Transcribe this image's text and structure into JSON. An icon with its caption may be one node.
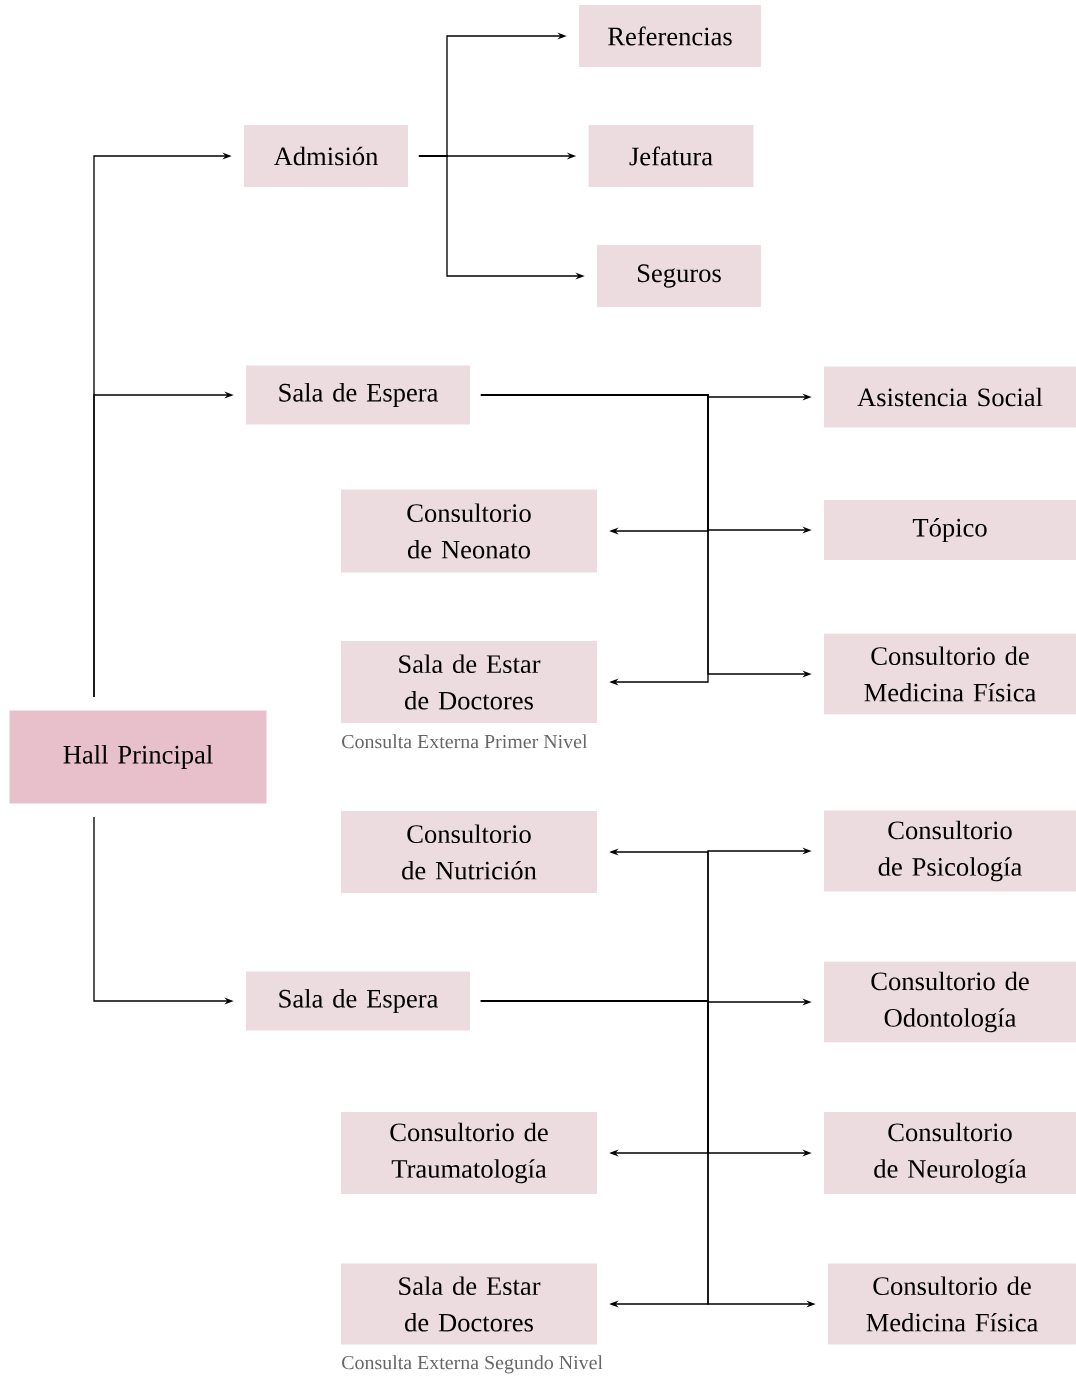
{
  "diagram": {
    "nodes": [
      {
        "text": [
          "Hall Principal"
        ]
      },
      {
        "text": [
          "Admisión"
        ]
      },
      {
        "text": [
          "Referencias"
        ]
      },
      {
        "text": [
          "Jefatura"
        ]
      },
      {
        "text": [
          "Seguros"
        ]
      },
      {
        "text": [
          "Sala de Espera"
        ]
      },
      {
        "text": [
          "Asistencia Social"
        ]
      },
      {
        "text": [
          "Consultorio de Neonato"
        ]
      },
      {
        "text": [
          "Tópico"
        ]
      },
      {
        "text": [
          "Sala de Estar de Doctores"
        ],
        "beside": [
          "Consulta Externa Primer Nivel"
        ]
      },
      {
        "text": [
          "Consultorio de Medicina Física"
        ]
      },
      {
        "text": [
          "Consultorio de Nutrición"
        ]
      },
      {
        "text": [
          "Consultorio de Psicología"
        ]
      },
      {
        "text": [
          "Sala de Espera"
        ]
      },
      {
        "text": [
          "Consultorio de Odontología"
        ]
      },
      {
        "text": [
          "Consultorio de Traumatología"
        ]
      },
      {
        "text": [
          "Consultorio de Neurología"
        ]
      },
      {
        "text": [
          "Sala de Estar de Doctores"
        ],
        "beside": [
          "Consulta Externa Segundo Nivel"
        ]
      },
      {
        "text": [
          "Consultorio de Medicina Física"
        ]
      }
    ],
    "edges": [
      {
        "from": 0,
        "to": 1,
        "arrow": "to"
      },
      {
        "from": 0,
        "to": 5,
        "arrow": "to"
      },
      {
        "from": 0,
        "to": 13,
        "arrow": "to"
      },
      {
        "from": 1,
        "to": 2,
        "arrow": "to"
      },
      {
        "from": 1,
        "to": 3,
        "arrow": "to"
      },
      {
        "from": 1,
        "to": 4,
        "arrow": "to"
      },
      {
        "from": 5,
        "to": 6,
        "arrow": "to"
      },
      {
        "from": 5,
        "to": 7,
        "arrow": "to"
      },
      {
        "from": 5,
        "to": 8,
        "arrow": "to"
      },
      {
        "from": 5,
        "to": 9,
        "arrow": "to"
      },
      {
        "from": 5,
        "to": 10,
        "arrow": "to"
      },
      {
        "from": 13,
        "to": 11,
        "arrow": "to"
      },
      {
        "from": 13,
        "to": 12,
        "arrow": "to"
      },
      {
        "from": 13,
        "to": 14,
        "arrow": "to"
      },
      {
        "from": 13,
        "to": 15,
        "arrow": "to"
      },
      {
        "from": 13,
        "to": 16,
        "arrow": "to"
      },
      {
        "from": 13,
        "to": 17,
        "arrow": "to"
      },
      {
        "from": 13,
        "to": 18,
        "arrow": "to"
      }
    ]
  }
}
